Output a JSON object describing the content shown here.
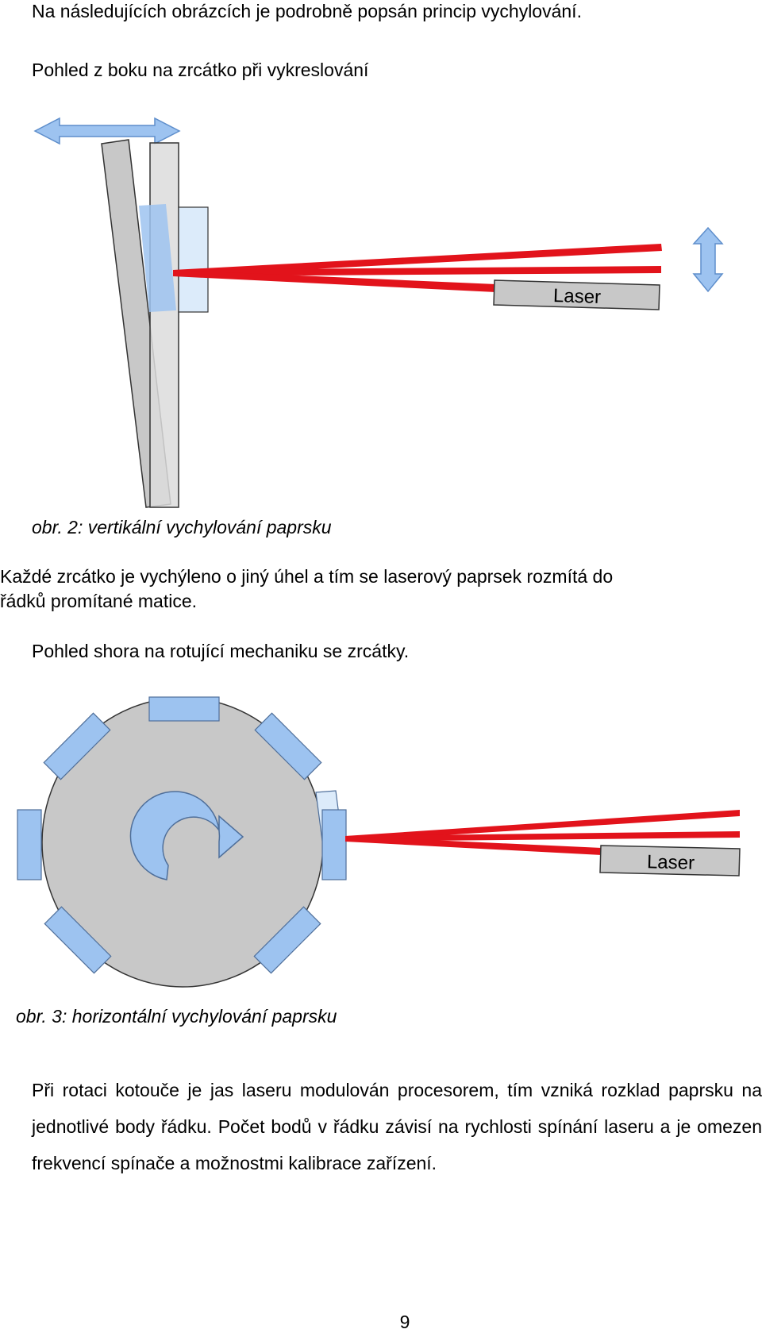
{
  "intro": "Na následujících obrázcích je podrobně popsán princip vychylování.",
  "side_view_heading": "Pohled z boku na zrcátko při vykreslování",
  "figure1": {
    "laser_label": "Laser",
    "caption": "obr. 2: vertikální vychylování paprsku"
  },
  "paragraph_mirrors": {
    "line1": "Každé zrcátko je vychýleno o jiný úhel a tím se laserový paprsek rozmítá do",
    "line2": "řádků promítané matice."
  },
  "top_view_heading": "Pohled shora na rotující mechaniku se zrcátky.",
  "figure2": {
    "laser_label": "Laser",
    "caption": "obr. 3: horizontální vychylování paprsku"
  },
  "paragraph_rotation": "Při rotaci kotouče je jas laseru modulován procesorem, tím vzniká rozklad paprsku na jednotlivé body řádku. Počet bodů v řádku závisí na rychlosti spínání laseru a je omezen frekvencí spínače a možnostmi kalibrace zařízení.",
  "page_number": "9",
  "colors": {
    "beam": "#e2131b",
    "mirror_blue": "#9dc3f0",
    "mirror_light": "#dcebfa",
    "gray_body": "#c8c8c8",
    "gray_light": "#dcdcdc",
    "outline": "#333333"
  }
}
